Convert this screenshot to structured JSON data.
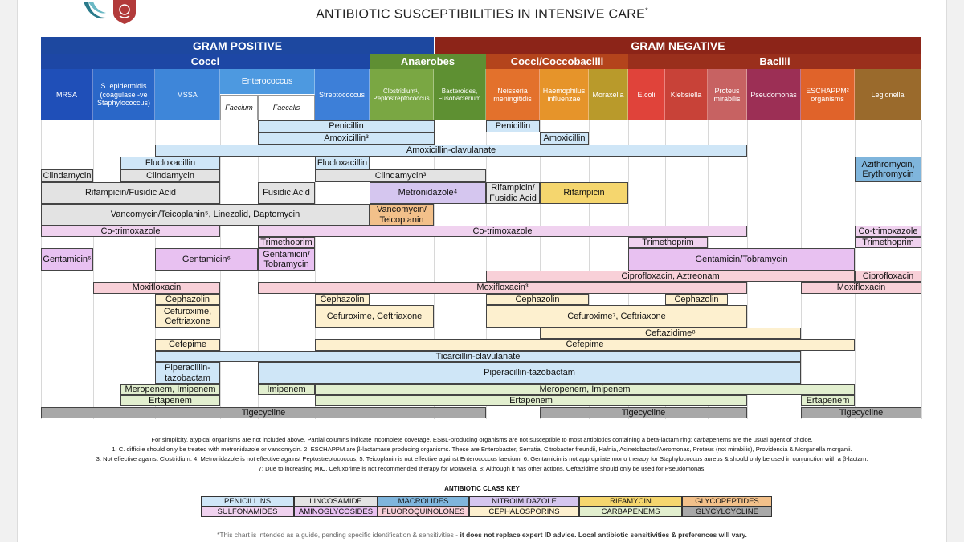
{
  "title": "ANTIBIOTIC SUSCEPTIBILITIES IN INTENSIVE CARE",
  "title_mark": "*",
  "groups": {
    "gram_positive": "GRAM POSITIVE",
    "gram_negative": "GRAM NEGATIVE"
  },
  "subgroups": {
    "cocci": "Cocci",
    "anaerobes": "Anaerobes",
    "cocci_coccobacilli": "Cocci/Coccobacilli",
    "bacilli": "Bacilli"
  },
  "organisms": {
    "mrsa": "MRSA",
    "s_epidermidis": "S. epidermidis (coagulase -ve Staphylococcus)",
    "mssa": "MSSA",
    "enterococcus": "Enterococcus",
    "faecium": "Faecium",
    "faecalis": "Faecalis",
    "streptococcus": "Streptococcus",
    "clostridium": "Clostridium¹, Peptostreptococcus",
    "bacteroides": "Bacteroides, Fusobacterium",
    "neisseria": "Neisseria meningitidis",
    "haemophilus": "Haemophilus influenzae",
    "moraxella": "Moraxella",
    "ecoli": "E.coli",
    "klebsiella": "Klebsiella",
    "proteus": "Proteus mirabilis",
    "pseudomonas": "Pseudomonas",
    "eschappm": "ESCHAPPM² organisms",
    "legionella": "Legionella"
  },
  "bars": {
    "penicillin_1": "Penicillin",
    "penicillin_2": "Penicillin",
    "amoxicillin_1": "Amoxicillin³",
    "amoxicillin_2": "Amoxicillin",
    "amox_clav": "Amoxicillin-clavulanate",
    "fluclox_1": "Flucloxacillin",
    "fluclox_2": "Flucloxacillin",
    "azithro": "Azithromycin, Erythromycin",
    "clinda_1": "Clindamycin",
    "clinda_2": "Clindamycin",
    "clinda_3": "Clindamycin³",
    "rif_fus": "Rifampicin/Fusidic Acid",
    "fusidic": "Fusidic Acid",
    "metronidazole": "Metronidazole⁴",
    "rif_fus_2": "Rifampicin/ Fusidic Acid",
    "rifampicin": "Rifampicin",
    "vanco_line": "Vancomycin/Teicoplanin⁵, Linezolid, Daptomycin",
    "vanco_teico": "Vancomycin/ Teicoplanin",
    "cotrim_1": "Co-trimoxazole",
    "cotrim_2": "Co-trimoxazole",
    "cotrim_3": "Co-trimoxazole",
    "trimeth_1": "Trimethoprim",
    "trimeth_2": "Trimethoprim",
    "trimeth_3": "Trimethoprim",
    "gent_1": "Gentamicin⁶",
    "gent_2": "Gentamicin⁶",
    "gent_tob_1": "Gentamicin/ Tobramycin",
    "gent_tob_2": "Gentamicin/Tobramycin",
    "cipro_aztreonam": "Ciprofloxacin, Aztreonam",
    "cipro": "Ciprofloxacin",
    "moxi_1": "Moxifloxacin",
    "moxi_2": "Moxifloxacin³",
    "moxi_3": "Moxifloxacin",
    "cephazolin_1": "Cephazolin",
    "cephazolin_2": "Cephazolin",
    "cephazolin_3": "Cephazolin",
    "cephazolin_4": "Cephazolin",
    "cefurox_1": "Cefuroxime, Ceftriaxone",
    "cefurox_2": "Cefuroxime, Ceftriaxone",
    "cefurox_3": "Cefuroxime⁷, Ceftriaxone",
    "ceftazidime": "Ceftazidime⁸",
    "cefepime_1": "Cefepime",
    "cefepime_2": "Cefepime",
    "ticar": "Ticarcillin-clavulanate",
    "pip_1": "Piperacillin- tazobactam",
    "pip_2": "Piperacillin-tazobactam",
    "mero_1": "Meropenem, Imipenem",
    "imipenem": "Imipenem",
    "mero_2": "Meropenem, Imipenem",
    "erta_1": "Ertapenem",
    "erta_2": "Ertapenem",
    "erta_3": "Ertapenem",
    "tige_1": "Tigecycline",
    "tige_2": "Tigecycline",
    "tige_3": "Tigecycline"
  },
  "notes": [
    "For simplicity, atypical organisms are not included above. Partial columns indicate incomplete coverage. ESBL-producing organisms are not susceptible to most antibiotics containing a beta-lactam ring; carbapenems are the usual agent of choice.",
    "1: C. difficile should only be treated with metronidazole or vancomycin. 2: ESCHAPPM are β-lactamase producing organisms. These are Enterobacter, Serratia, Citrobacter freundii, Hafnia, Acinetobacter/Aeromonas, Proteus (not mirabilis), Providencia & Morganella morganii.",
    "3: Not effective against Clostridium. 4: Metronidazole is not effective against Peptostreptococcus, 5: Teicoplanin is not effective against Enterococcus faecium, 6: Gentamicin is not appropriate mono therapy for Staphylococcus aureus & should only be used in conjunction with a β-lactam.",
    "7: Due to increasing MIC, Cefuxorime is not recommended therapy for Moraxella. 8: Although it has other actions, Ceftazidime should only be used for Pseudomonas."
  ],
  "key": {
    "title": "ANTIBIOTIC CLASS KEY",
    "row1": [
      "PENICILLINS",
      "LINCOSAMIDE",
      "MACROLIDES",
      "NITROIMIDAZOLE",
      "RIFAMYCIN",
      "GLYCOPEPTIDES"
    ],
    "row2": [
      "SULFONAMIDES",
      "AMINOGLYCOSIDES",
      "FLUOROQUINOLONES",
      "CEPHALOSPORINS",
      "CARBAPENEMS",
      "GLYCYLCYCLINE"
    ],
    "row1_colors": [
      "#cfe6f7",
      "#e3e3e3",
      "#7fb5dc",
      "#d5c6ef",
      "#f5d66e",
      "#f2c08a"
    ],
    "row2_colors": [
      "#f0d2ef",
      "#e8c1f1",
      "#f8d0d8",
      "#fdf0cf",
      "#e2efcf",
      "#a8a8a8"
    ]
  },
  "disclaimer_normal": "*This chart is intended as a guide, pending specific identification & sensitivities - ",
  "disclaimer_bold": "it does not replace expert ID advice. Local antibiotic sensitivities & preferences will vary."
}
